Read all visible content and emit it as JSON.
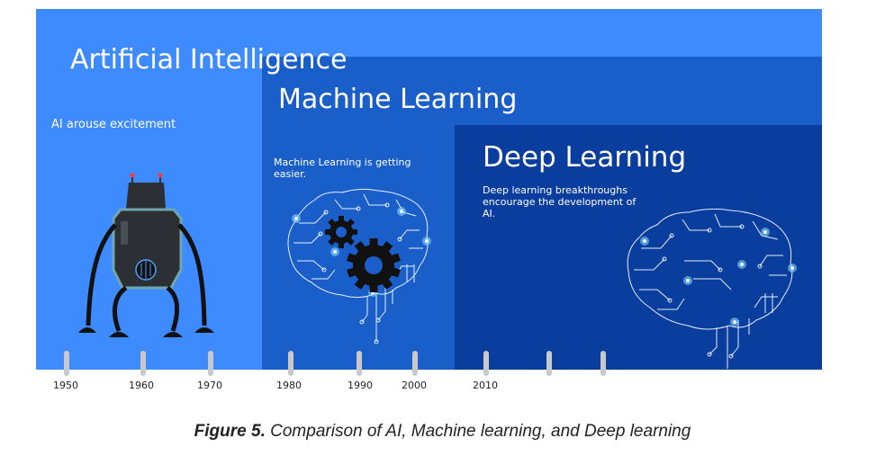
{
  "panels": {
    "ai": {
      "title": "Artificial Intelligence",
      "description": "AI arouse excitement"
    },
    "ml": {
      "title": "Machine Learning",
      "description": "Machine Learning is getting easier."
    },
    "dl": {
      "title": "Deep Learning",
      "description": "Deep learning breakthroughs encourage the development of AI."
    }
  },
  "timeline": {
    "years": [
      "1950",
      "1960",
      "1970",
      "1980",
      "1990",
      "2000",
      "2010"
    ]
  },
  "caption": {
    "label": "Figure 5.",
    "text": "Comparison of AI, Machine learning, and Deep learning"
  },
  "colors": {
    "ai_panel": "#3d8bff",
    "ml_panel": "#1a5fc9",
    "dl_panel": "#0a3e9e",
    "circuit": "#ffffff",
    "glow": "#7fd8ff"
  },
  "icons": [
    "robot-icon",
    "brain-circuit-gears-icon",
    "brain-circuit-icon"
  ]
}
